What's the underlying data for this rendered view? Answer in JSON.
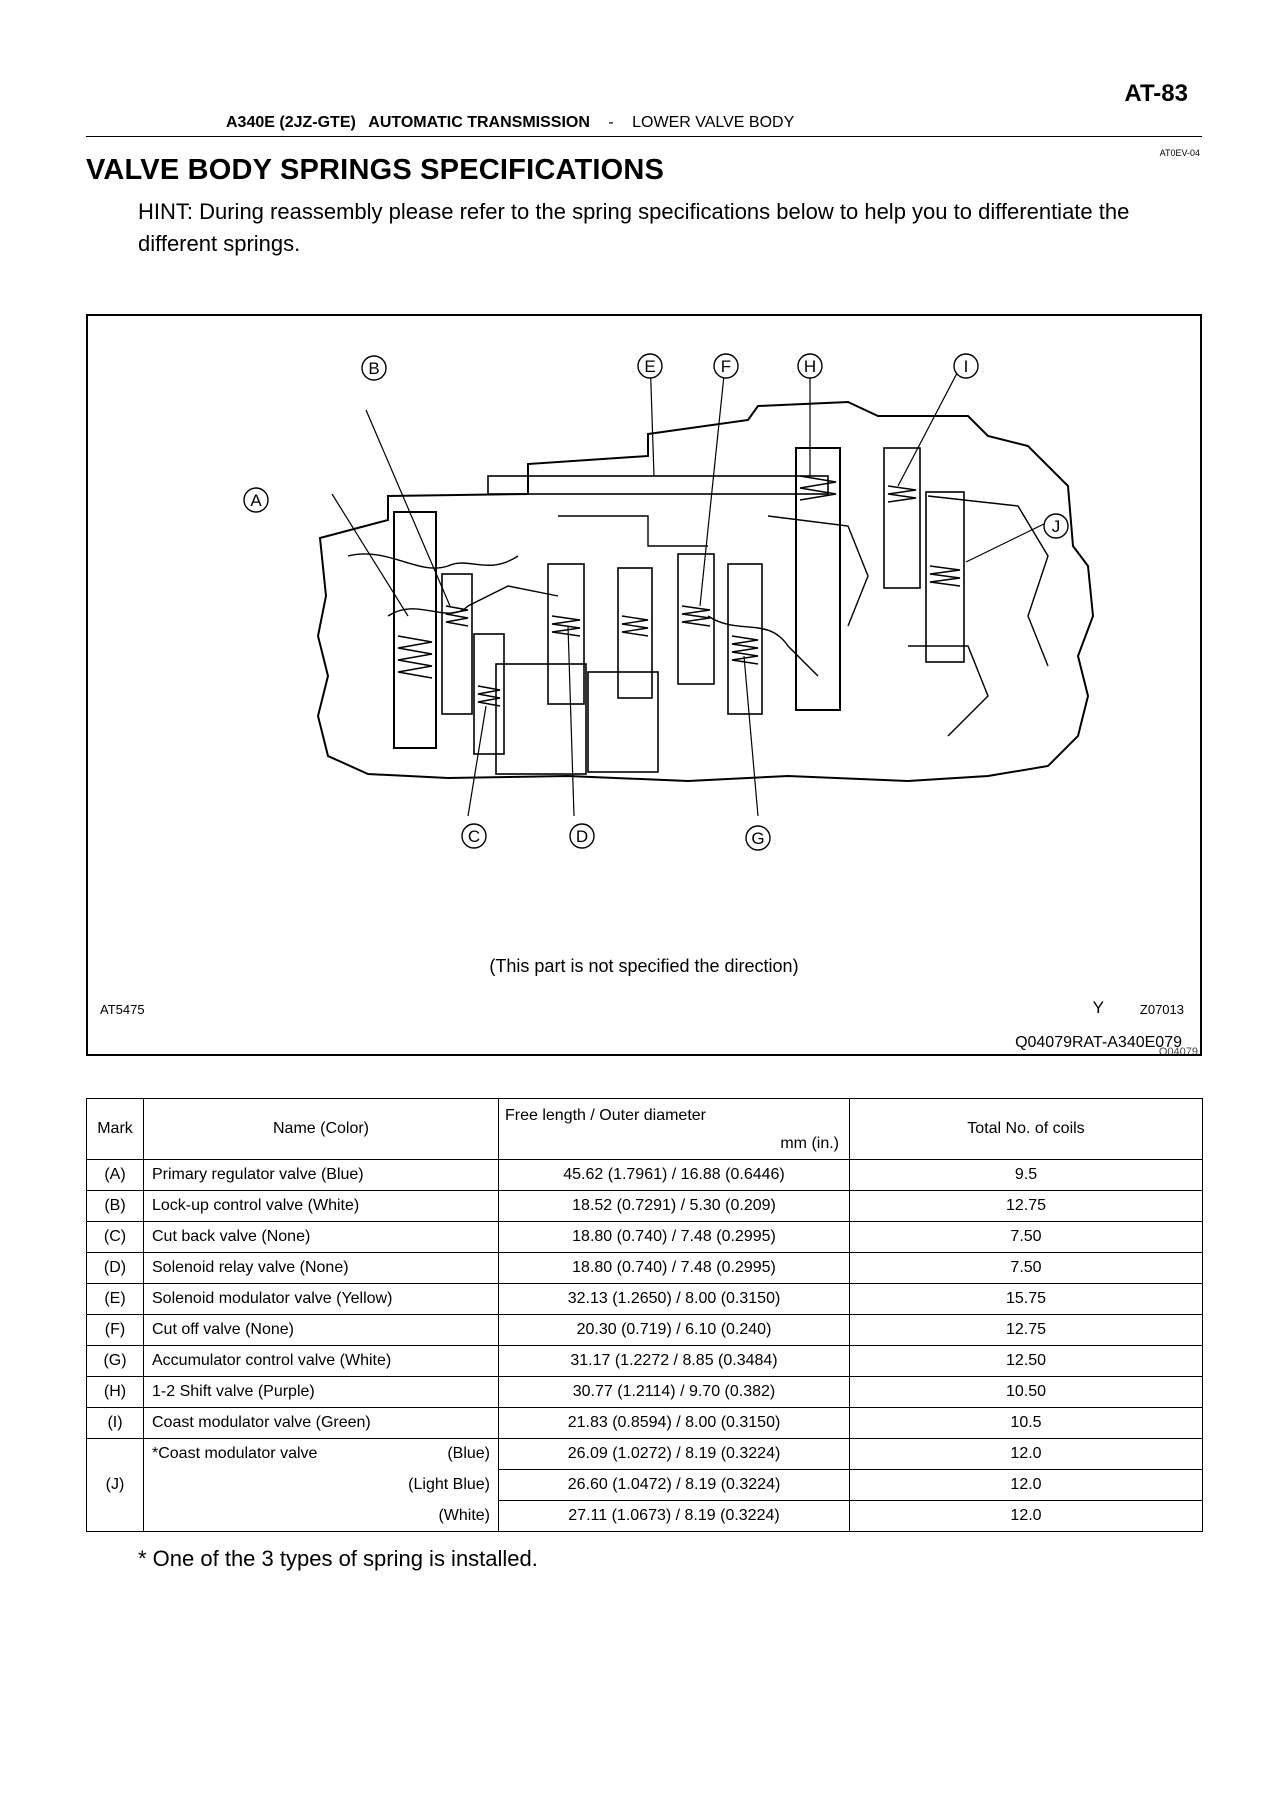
{
  "header": {
    "page_number": "AT-83",
    "model": "A340E (2JZ-GTE)",
    "subject": "AUTOMATIC TRANSMISSION",
    "separator": "-",
    "section": "LOWER VALVE BODY",
    "doc_code": "AT0EV-04"
  },
  "title": "VALVE BODY SPRINGS SPECIFICATIONS",
  "hint": "HINT: During reassembly please refer to the spring specifications below to help you to differentiate the different springs.",
  "figure": {
    "callouts": [
      "A",
      "B",
      "C",
      "D",
      "E",
      "F",
      "G",
      "H",
      "I",
      "J"
    ],
    "note": "(This part is not specified the direction)",
    "code_left": "AT5475",
    "y_mark": "Y",
    "code_right": "Z07013",
    "ref": "Q04079RAT-A340E079",
    "ref_small": "Q04079"
  },
  "table": {
    "headers": {
      "mark": "Mark",
      "name": "Name (Color)",
      "length_line1": "Free length / Outer diameter",
      "length_line2": "mm (in.)",
      "coils": "Total No. of coils"
    },
    "rows": [
      {
        "mark": "(A)",
        "name": "Primary regulator valve (Blue)",
        "length": "45.62 (1.7961) / 16.88 (0.6446)",
        "coils": "9.5"
      },
      {
        "mark": "(B)",
        "name": "Lock-up control valve (White)",
        "length": "18.52 (0.7291) / 5.30 (0.209)",
        "coils": "12.75"
      },
      {
        "mark": "(C)",
        "name": "Cut back valve (None)",
        "length": "18.80 (0.740) / 7.48 (0.2995)",
        "coils": "7.50"
      },
      {
        "mark": "(D)",
        "name": "Solenoid relay valve (None)",
        "length": "18.80 (0.740) / 7.48 (0.2995)",
        "coils": "7.50"
      },
      {
        "mark": "(E)",
        "name": "Solenoid modulator valve (Yellow)",
        "length": "32.13 (1.2650) / 8.00 (0.3150)",
        "coils": "15.75"
      },
      {
        "mark": "(F)",
        "name": "Cut off valve (None)",
        "length": "20.30 (0.719) / 6.10 (0.240)",
        "coils": "12.75"
      },
      {
        "mark": "(G)",
        "name": "Accumulator control valve (White)",
        "length": "31.17 (1.2272 / 8.85 (0.3484)",
        "coils": "12.50"
      },
      {
        "mark": "(H)",
        "name": "1-2 Shift valve (Purple)",
        "length": "30.77 (1.2114) / 9.70 (0.382)",
        "coils": "10.50"
      },
      {
        "mark": "(I)",
        "name": "Coast modulator valve (Green)",
        "length": "21.83 (0.8594) / 8.00 (0.3150)",
        "coils": "10.5"
      }
    ],
    "j": {
      "mark": "(J)",
      "name": "*Coast modulator valve",
      "variants": [
        {
          "color": "(Blue)",
          "length": "26.09 (1.0272) / 8.19 (0.3224)",
          "coils": "12.0"
        },
        {
          "color": "(Light Blue)",
          "length": "26.60 (1.0472) / 8.19 (0.3224)",
          "coils": "12.0"
        },
        {
          "color": "(White)",
          "length": "27.11 (1.0673) / 8.19 (0.3224)",
          "coils": "12.0"
        }
      ]
    }
  },
  "footnote": "* One of the 3 types of spring is installed."
}
